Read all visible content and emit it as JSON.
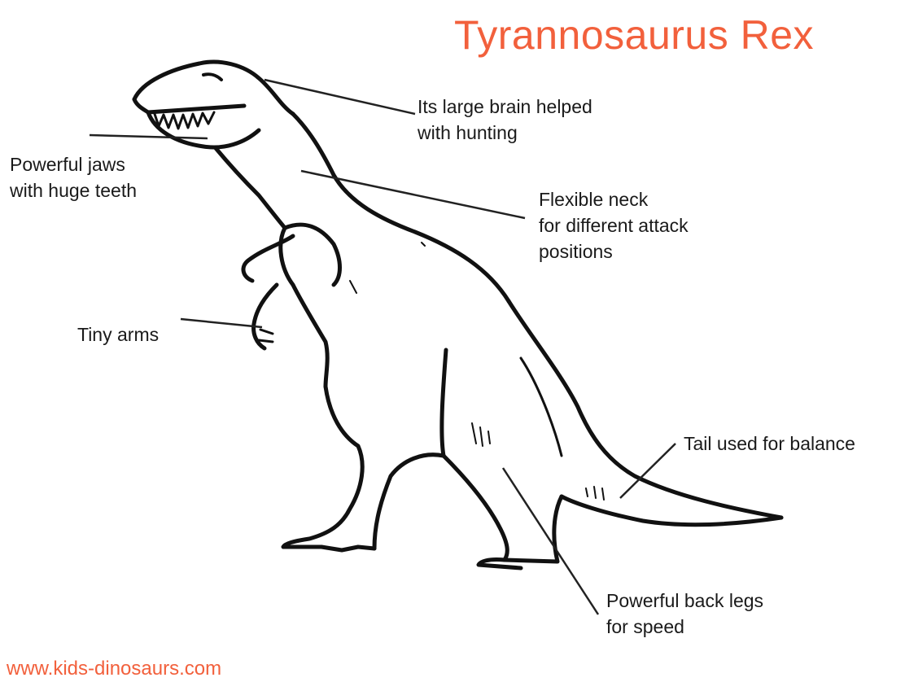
{
  "title": "Tyrannosaurus Rex",
  "labels": {
    "brain": [
      "Its large brain helped",
      "with hunting"
    ],
    "jaws": [
      "Powerful jaws",
      "with huge teeth"
    ],
    "neck": [
      "Flexible neck",
      "for different attack",
      "positions"
    ],
    "arms": [
      "Tiny arms"
    ],
    "tail": [
      "Tail used for balance"
    ],
    "legs": [
      "Powerful back legs",
      "for speed"
    ]
  },
  "footer": "www.kids-dinosaurs.com",
  "colors": {
    "title": "#f2603c",
    "footer": "#f2603c",
    "outline": "#111111",
    "text": "#1a1a1a"
  }
}
